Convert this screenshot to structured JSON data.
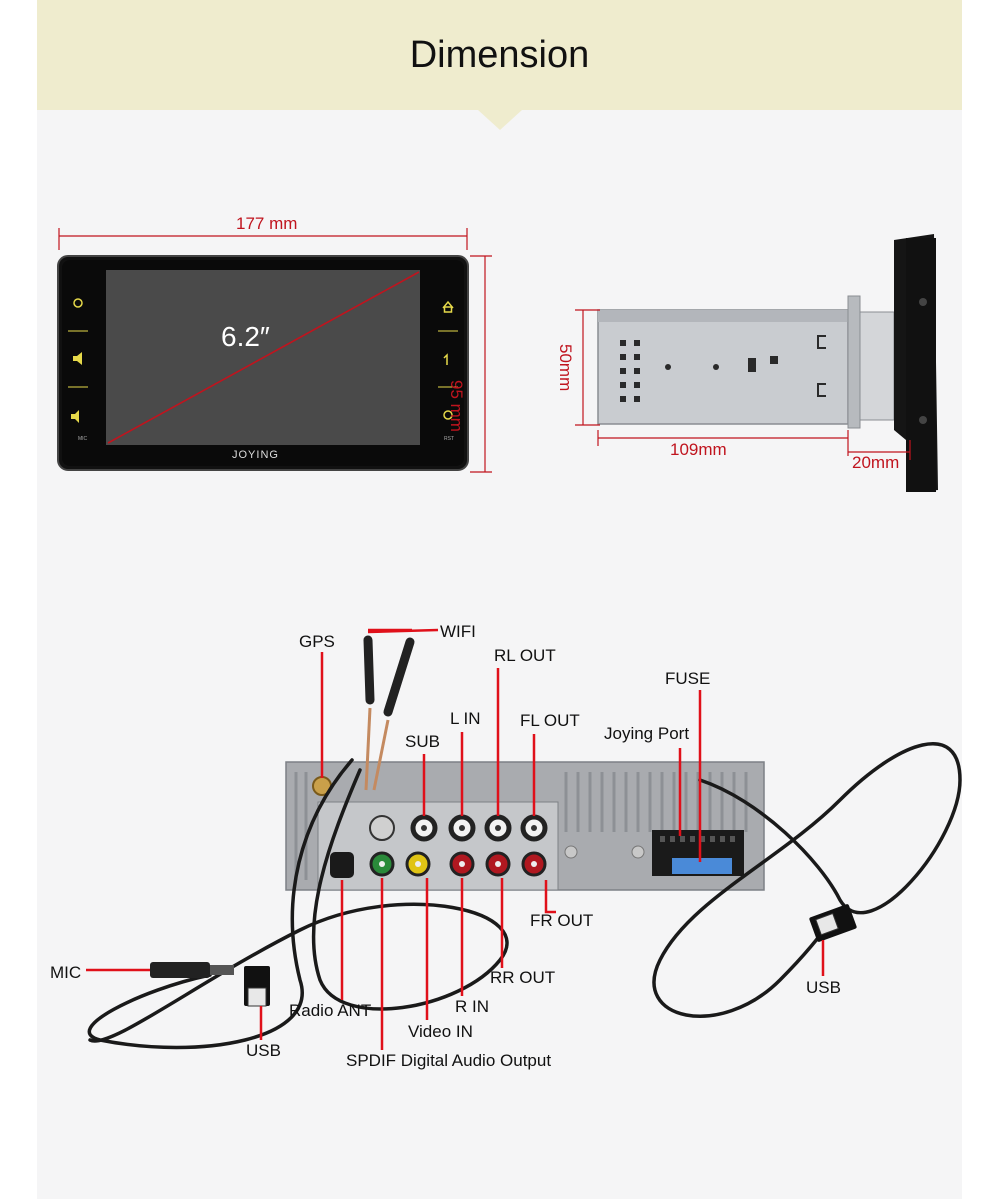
{
  "header": {
    "title": "Dimension"
  },
  "front_view": {
    "width": "177 mm",
    "height": "95 mm",
    "diagonal": "6.2″",
    "brand": "JOYING"
  },
  "side_view": {
    "height": "50mm",
    "depth": "109mm",
    "face_depth": "20mm"
  },
  "connectors": {
    "gps": "GPS",
    "wifi": "WIFI",
    "rl_out": "RL OUT",
    "fuse": "FUSE",
    "l_in": "L IN",
    "fl_out": "FL OUT",
    "sub": "SUB",
    "joying_port": "Joying Port",
    "fr_out": "FR OUT",
    "mic": "MIC",
    "rr_out": "RR OUT",
    "usb_right": "USB",
    "r_in": "R IN",
    "radio_ant": "Radio ANT",
    "video_in": "Video IN",
    "usb_left": "USB",
    "spdif": "SPDIF Digital Audio Output"
  },
  "colors": {
    "header_bg": "#efecce",
    "dimension_red": "#c0141e",
    "callout_red": "#e0101a"
  }
}
